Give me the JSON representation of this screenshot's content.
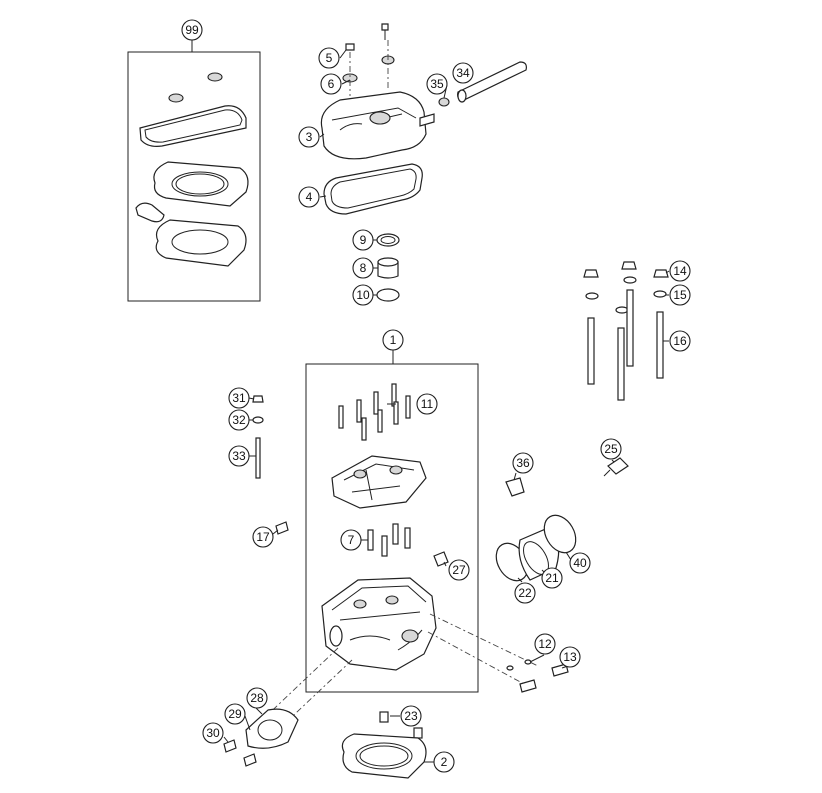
{
  "diagram": {
    "callouts": [
      {
        "id": "99",
        "label": "99"
      },
      {
        "id": "5",
        "label": "5"
      },
      {
        "id": "6",
        "label": "6"
      },
      {
        "id": "3",
        "label": "3"
      },
      {
        "id": "4",
        "label": "4"
      },
      {
        "id": "35",
        "label": "35"
      },
      {
        "id": "34",
        "label": "34"
      },
      {
        "id": "9",
        "label": "9"
      },
      {
        "id": "8",
        "label": "8"
      },
      {
        "id": "10",
        "label": "10"
      },
      {
        "id": "14",
        "label": "14"
      },
      {
        "id": "15",
        "label": "15"
      },
      {
        "id": "16",
        "label": "16"
      },
      {
        "id": "1",
        "label": "1"
      },
      {
        "id": "31",
        "label": "31"
      },
      {
        "id": "32",
        "label": "32"
      },
      {
        "id": "33",
        "label": "33"
      },
      {
        "id": "11",
        "label": "11"
      },
      {
        "id": "25",
        "label": "25"
      },
      {
        "id": "36",
        "label": "36"
      },
      {
        "id": "17",
        "label": "17"
      },
      {
        "id": "7",
        "label": "7"
      },
      {
        "id": "27",
        "label": "27"
      },
      {
        "id": "40",
        "label": "40"
      },
      {
        "id": "21",
        "label": "21"
      },
      {
        "id": "22",
        "label": "22"
      },
      {
        "id": "12",
        "label": "12"
      },
      {
        "id": "13",
        "label": "13"
      },
      {
        "id": "28",
        "label": "28"
      },
      {
        "id": "29",
        "label": "29"
      },
      {
        "id": "30",
        "label": "30"
      },
      {
        "id": "23",
        "label": "23"
      },
      {
        "id": "2",
        "label": "2"
      }
    ]
  }
}
